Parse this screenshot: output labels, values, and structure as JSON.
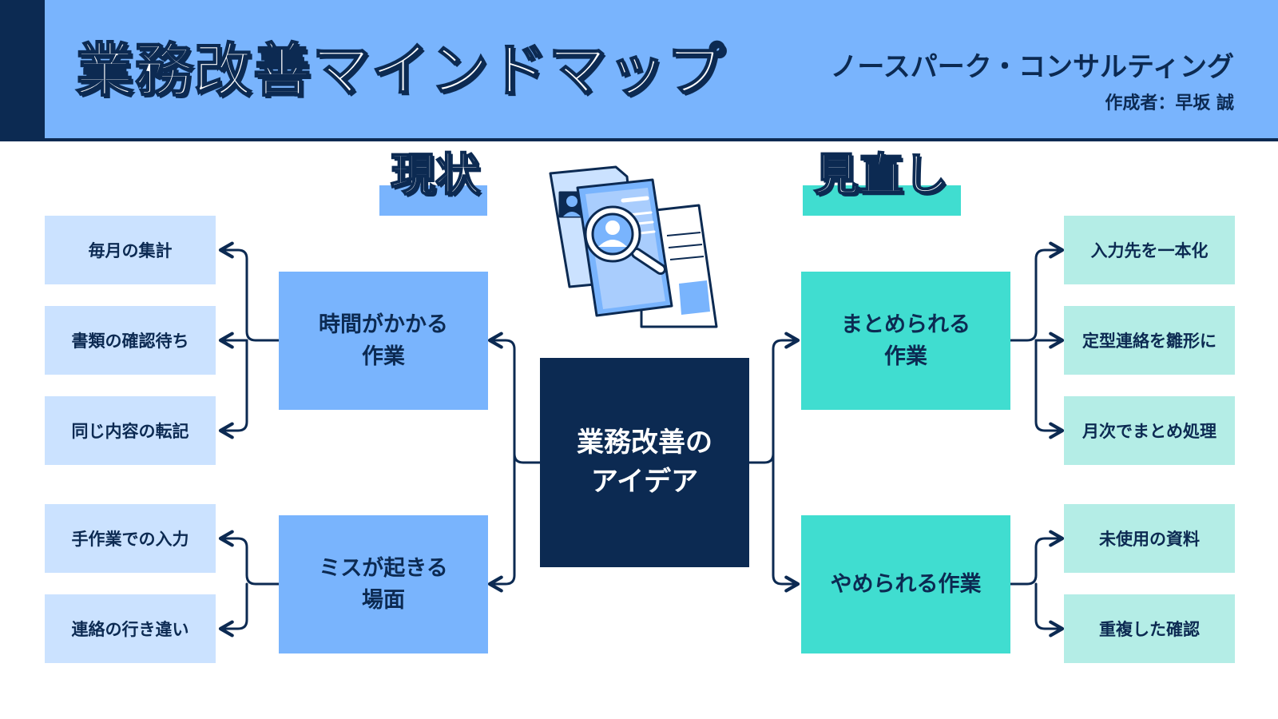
{
  "header": {
    "title": "業務改善マインドマップ",
    "company": "ノースパーク・コンサルティング",
    "author": "作成者：早坂 誠"
  },
  "sections": {
    "current": "現状",
    "review": "見直し"
  },
  "center": {
    "line1": "業務改善の",
    "line2": "アイデア"
  },
  "branches": {
    "time": {
      "line1": "時間がかかる",
      "line2": "作業",
      "items": [
        "毎月の集計",
        "書類の確認待ち",
        "同じ内容の転記"
      ]
    },
    "mistake": {
      "line1": "ミスが起きる",
      "line2": "場面",
      "items": [
        "手作業での入力",
        "連絡の行き違い"
      ]
    },
    "combine": {
      "line1": "まとめられる",
      "line2": "作業",
      "items": [
        "入力先を一本化",
        "定型連絡を雛形に",
        "月次でまとめ処理"
      ]
    },
    "stop": {
      "label": "やめられる作業",
      "items": [
        "未使用の資料",
        "重複した確認"
      ]
    }
  },
  "colors": {
    "navy": "#0c2a52",
    "blue": "#79b4fd",
    "light_blue": "#cbe2ff",
    "teal": "#40ddd0",
    "light_teal": "#b4ede6"
  },
  "icons": {
    "illustration": "document-search-icon"
  }
}
